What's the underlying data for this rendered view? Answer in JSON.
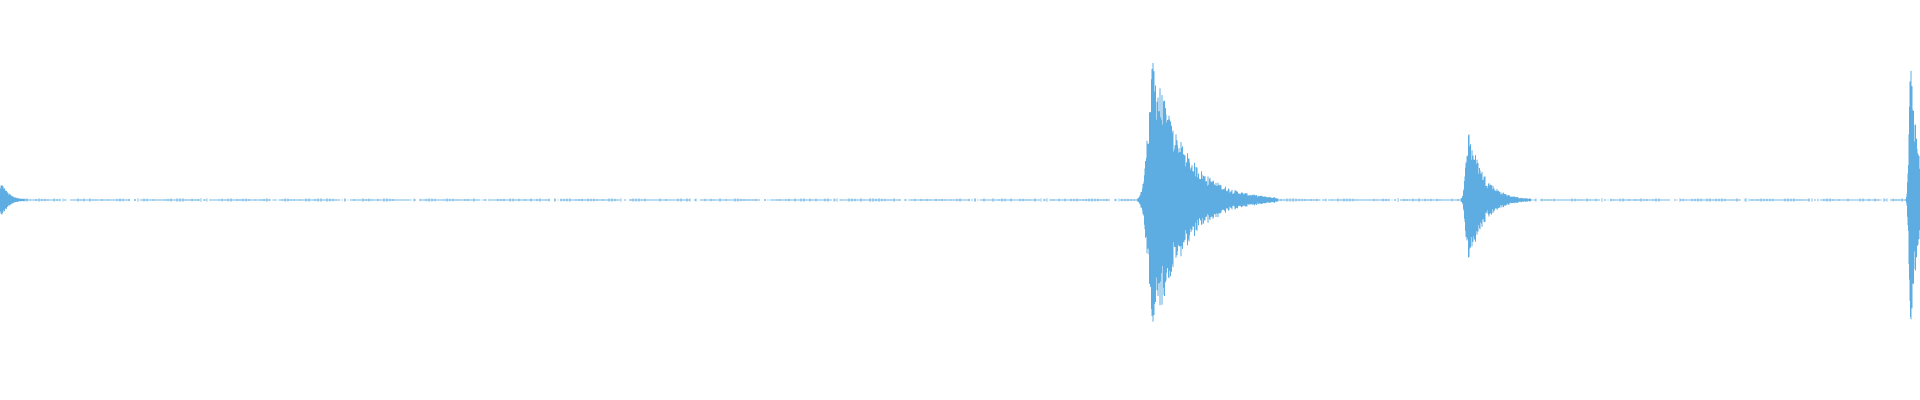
{
  "waveform": {
    "color": "#5dade2",
    "duration_norm": 1.0,
    "baseline_amplitude": 0.004,
    "bursts": [
      {
        "position": 0.0008,
        "amplitude": 0.19,
        "decay": 0.004,
        "density": 0.5
      },
      {
        "position": 0.601,
        "amplitude": 0.74,
        "decay": 0.016,
        "density": 1.0
      },
      {
        "position": 0.765,
        "amplitude": 0.47,
        "decay": 0.008,
        "density": 0.8
      },
      {
        "position": 0.995,
        "amplitude": 0.79,
        "decay": 0.004,
        "density": 1.0
      }
    ]
  }
}
